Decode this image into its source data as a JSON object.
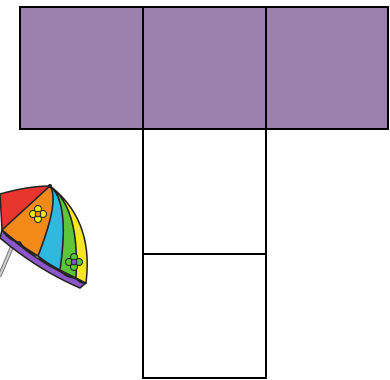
{
  "grid": {
    "shaded_color": "#9b7fad",
    "plain_color": "#ffffff",
    "cells": [
      {
        "id": "c1",
        "shaded": true
      },
      {
        "id": "c2",
        "shaded": true
      },
      {
        "id": "c3",
        "shaded": true
      },
      {
        "id": "c4",
        "shaded": false
      },
      {
        "id": "c5",
        "shaded": false
      }
    ]
  },
  "decoration": {
    "icon": "beach-umbrella-icon"
  }
}
